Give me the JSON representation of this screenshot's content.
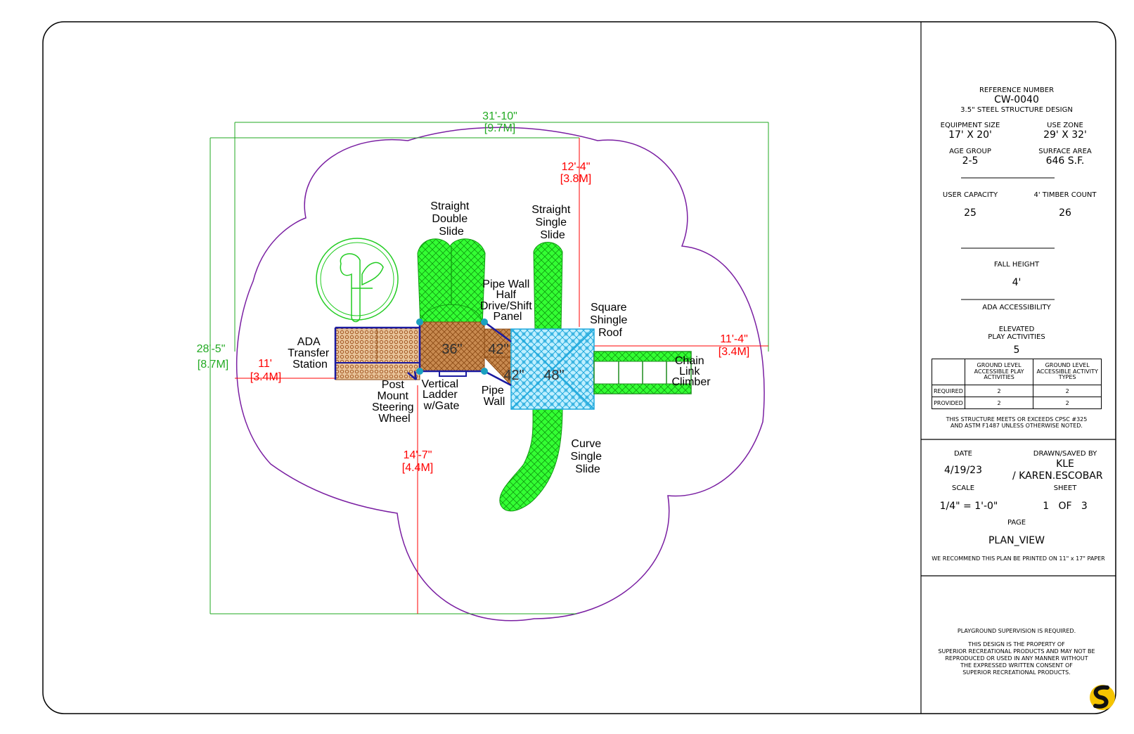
{
  "dimensions": {
    "overall_width": "31'-10\"",
    "overall_width_m": "[9.7M]",
    "overall_depth": "28'-5\"",
    "overall_depth_m": "[8.7M]",
    "top_offset": "12'-4\"",
    "top_offset_m": "[3.8M]",
    "right_offset": "11'-4\"",
    "right_offset_m": "[3.4M]",
    "left_offset": "11'",
    "left_offset_m": "[3.4M]",
    "bottom_offset": "14'-7\"",
    "bottom_offset_m": "[4.4M]"
  },
  "components": {
    "straight_double_slide": [
      "Straight",
      "Double",
      "Slide"
    ],
    "straight_single_slide": [
      "Straight",
      "Single",
      "Slide"
    ],
    "pipe_wall_panel": [
      "Pipe Wall",
      "Half",
      "Drive/Shift",
      "Panel"
    ],
    "square_shingle_roof": [
      "Square",
      "Shingle",
      "Roof"
    ],
    "ada_transfer_station": [
      "ADA",
      "Transfer",
      "Station"
    ],
    "chain_link_climber": [
      "Chain",
      "Link",
      "Climber"
    ],
    "post_mount_steering_wheel": [
      "Post",
      "Mount",
      "Steering",
      "Wheel"
    ],
    "vertical_ladder": [
      "Vertical",
      "Ladder",
      "w/Gate"
    ],
    "pipe_wall": [
      "Pipe",
      "Wall"
    ],
    "curve_single_slide": [
      "Curve",
      "Single",
      "Slide"
    ]
  },
  "deck_heights": {
    "deck_a": "36\"",
    "deck_b": "42\"",
    "deck_c": "42\"",
    "deck_d": "48\""
  },
  "title_block": {
    "reference_label": "REFERENCE NUMBER",
    "reference_value": "CW-0040",
    "design": "3.5\" STEEL STRUCTURE DESIGN",
    "equipment_size_label": "EQUIPMENT SIZE",
    "equipment_size_value": "17' X 20'",
    "use_zone_label": "USE ZONE",
    "use_zone_value": "29' X 32'",
    "age_group_label": "AGE GROUP",
    "age_group_value": "2-5",
    "surface_area_label": "SURFACE AREA",
    "surface_area_value": "646 S.F.",
    "user_capacity_label": "USER CAPACITY",
    "user_capacity_value": "25",
    "timber_count_label": "4' TIMBER COUNT",
    "timber_count_value": "26",
    "fall_height_label": "FALL HEIGHT",
    "fall_height_value": "4'",
    "ada_label": "ADA ACCESSIBILITY",
    "elevated_label_1": "ELEVATED",
    "elevated_label_2": "PLAY ACTIVITIES",
    "elevated_value": "5",
    "table_header_1": "GROUND LEVEL ACCESSIBLE PLAY ACTIVITIES",
    "table_header_2": "GROUND LEVEL ACCESSIBLE ACTIVITY TYPES",
    "table_rows": [
      {
        "label": "REQUIRED",
        "a": "2",
        "b": "2"
      },
      {
        "label": "PROVIDED",
        "a": "2",
        "b": "2"
      }
    ],
    "compliance_1": "THIS STRUCTURE MEETS OR EXCEEDS CPSC #325",
    "compliance_2": "AND ASTM F1487 UNLESS OTHERWISE NOTED.",
    "date_label": "DATE",
    "date_value": "4/19/23",
    "drawn_label": "DRAWN/SAVED BY",
    "drawn_value_1": "KLE",
    "drawn_value_2": "/ KAREN.ESCOBAR",
    "scale_label": "SCALE",
    "scale_value": "1/4\" = 1'-0\"",
    "sheet_label": "SHEET",
    "sheet_value": "1   OF   3",
    "page_label": "PAGE",
    "page_value": "PLAN_VIEW",
    "print_note": "WE RECOMMEND THIS PLAN BE PRINTED ON 11\" x 17\" PAPER",
    "supervision": "PLAYGROUND SUPERVISION IS REQUIRED.",
    "property_1": "THIS DESIGN IS THE PROPERTY OF",
    "property_2": "SUPERIOR RECREATIONAL PRODUCTS AND MAY NOT BE",
    "property_3": "REPRODUCED OR USED IN ANY MANNER WITHOUT",
    "property_4": "THE EXPRESSED WRITTEN CONSENT OF",
    "property_5": "SUPERIOR RECREATIONAL PRODUCTS."
  },
  "colors": {
    "slide_green": "#22ee22",
    "dimension_green": "#22aa22",
    "dimension_red": "#ff0000",
    "zone_purple": "#7a1fa2",
    "structure_blue": "#1a1aa0",
    "deck_brown": "#c87a3a",
    "roof_cyan": "#33ccee",
    "post_teal": "#1aa0c0"
  }
}
